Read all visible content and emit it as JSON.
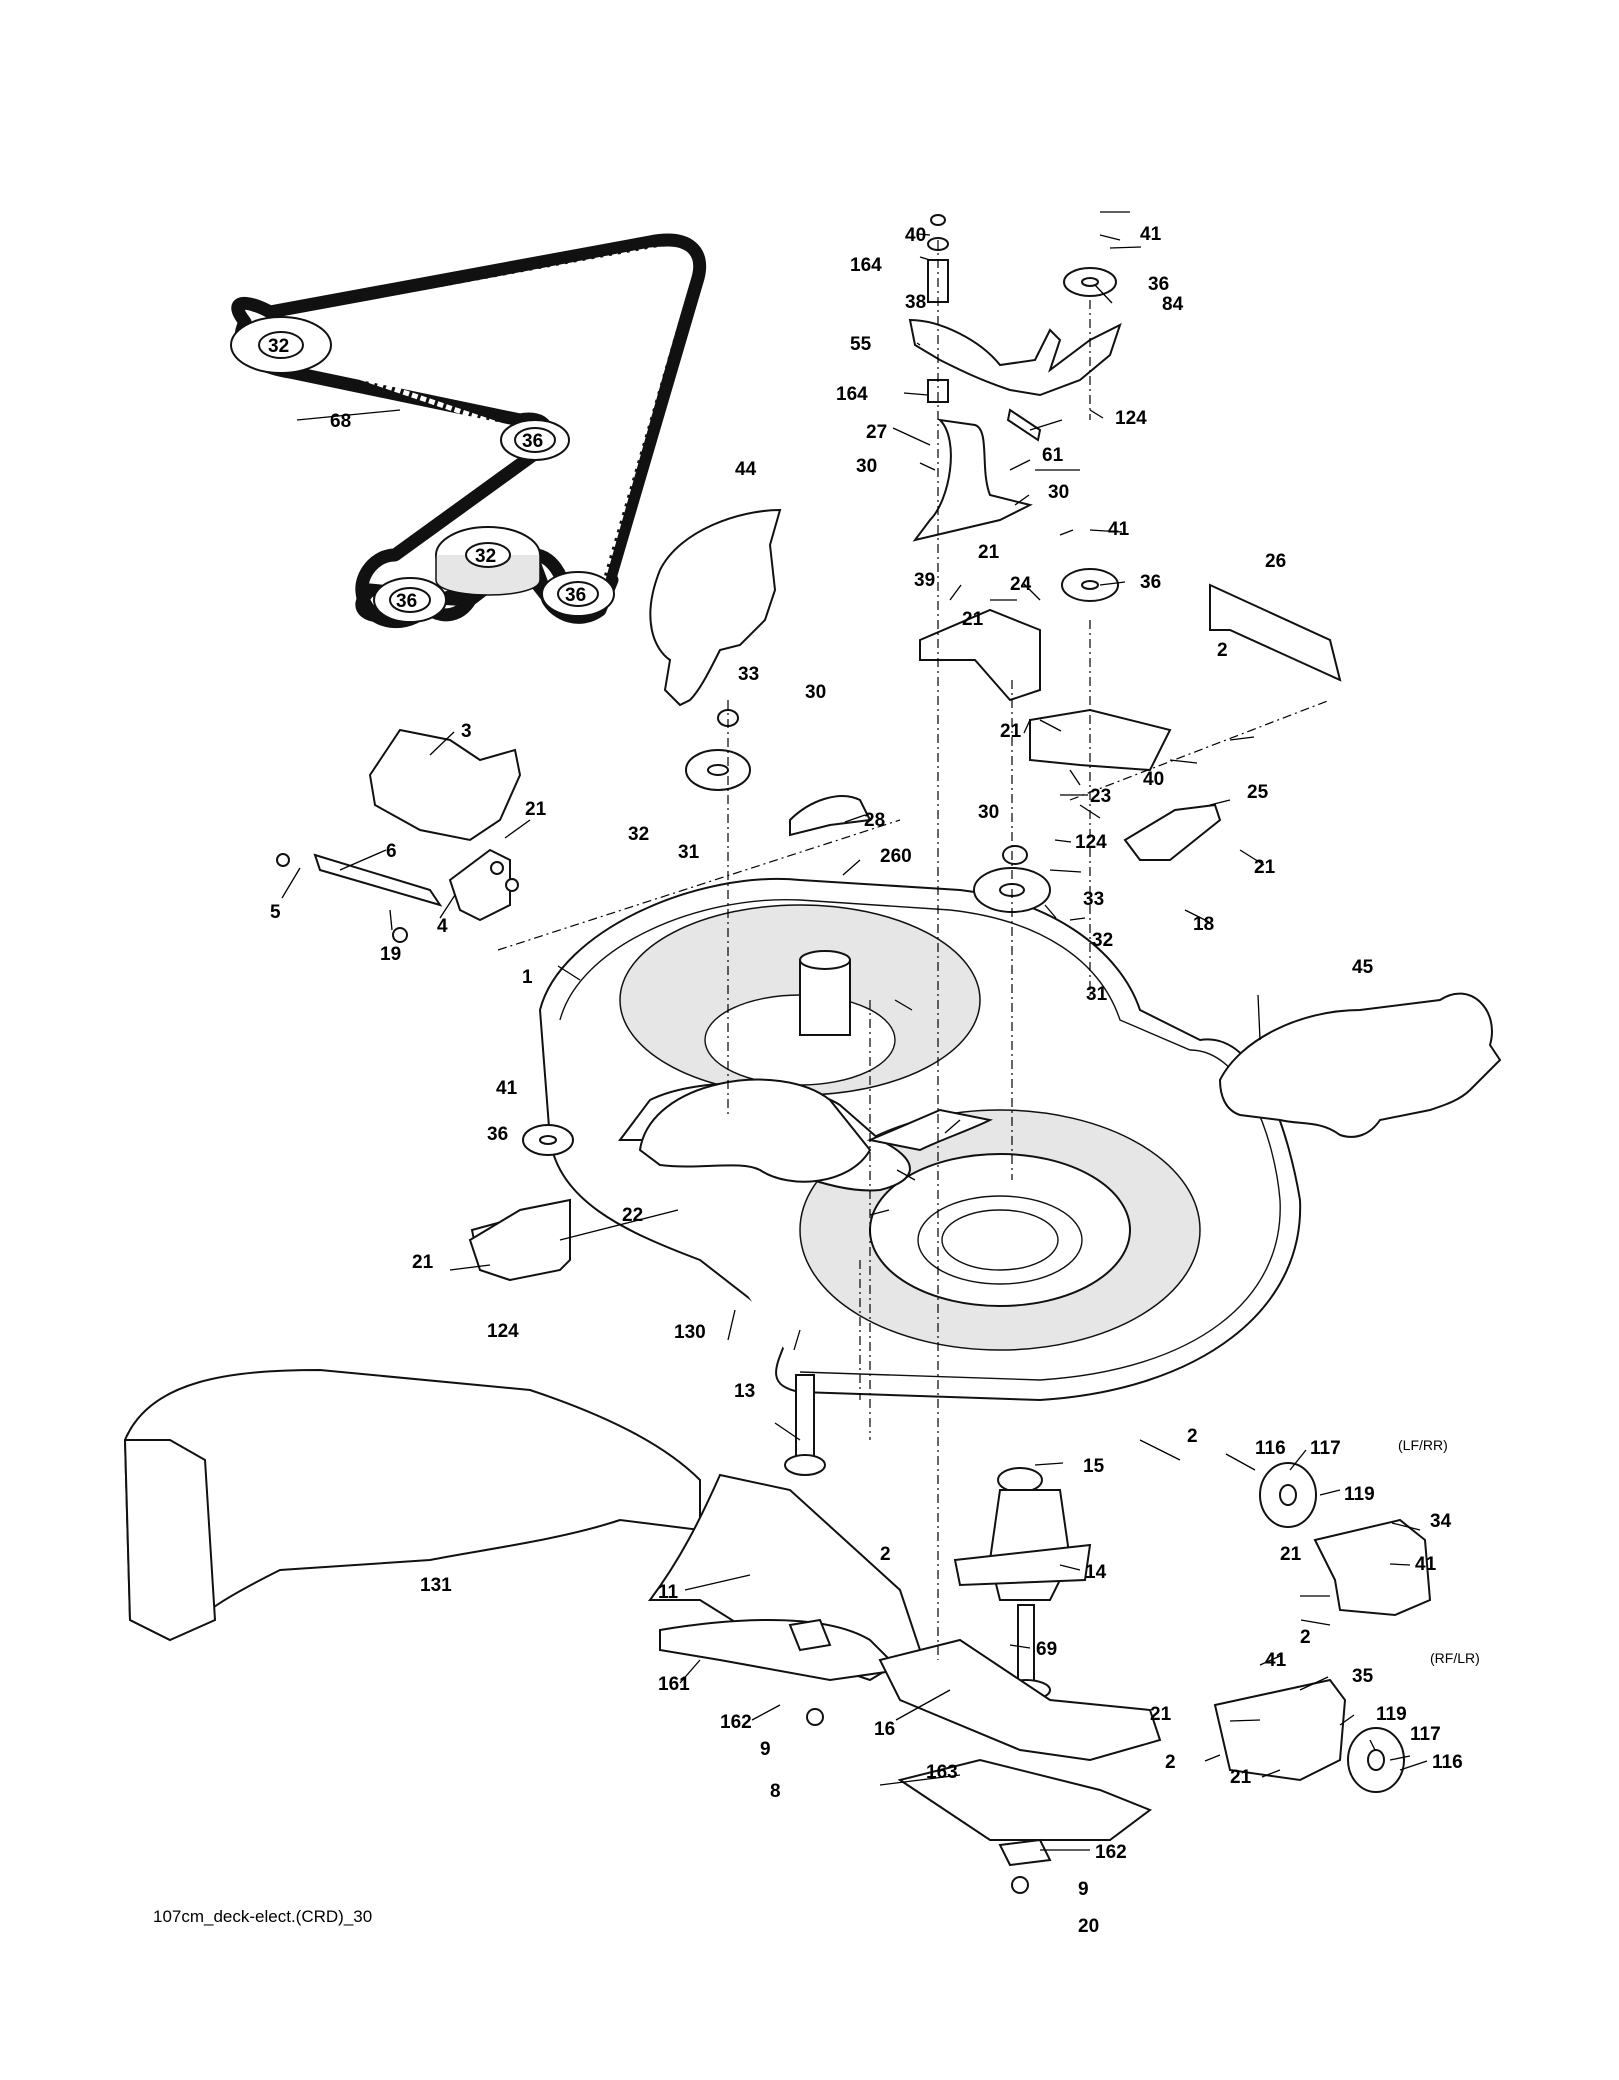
{
  "caption": "107cm_deck-elect.(CRD)_30",
  "position_notes": {
    "top": "(LF/RR)",
    "bottom": "(RF/LR)"
  },
  "callouts": {
    "c1": "1",
    "c2a": "2",
    "c2b": "2",
    "c2c": "2",
    "c2d": "2",
    "c2e": "2",
    "c3": "3",
    "c4": "4",
    "c5": "5",
    "c6": "6",
    "c8": "8",
    "c9a": "9",
    "c9b": "9",
    "c11": "11",
    "c13": "13",
    "c14": "14",
    "c15": "15",
    "c16": "16",
    "c18": "18",
    "c19": "19",
    "c20": "20",
    "c21a": "21",
    "c21b": "21",
    "c21c": "21",
    "c21d": "21",
    "c21e": "21",
    "c21f": "21",
    "c21g": "21",
    "c21h": "21",
    "c21i": "21",
    "c22": "22",
    "c23": "23",
    "c24": "24",
    "c25": "25",
    "c26": "26",
    "c27": "27",
    "c28": "28",
    "c30a": "30",
    "c30b": "30",
    "c30c": "30",
    "c30d": "30",
    "c31a": "31",
    "c31b": "31",
    "c32a": "32",
    "c32b": "32",
    "c32c": "32",
    "c32d": "32",
    "c33a": "33",
    "c33b": "33",
    "c34": "34",
    "c35": "35",
    "c36a": "36",
    "c36b": "36",
    "c36c": "36",
    "c36d": "36",
    "c36e": "36",
    "c36f": "36",
    "c38": "38",
    "c39": "39",
    "c40a": "40",
    "c40b": "40",
    "c41a": "41",
    "c41b": "41",
    "c41c": "41",
    "c41d": "41",
    "c41e": "41",
    "c44": "44",
    "c45": "45",
    "c55": "55",
    "c61": "61",
    "c68": "68",
    "c69": "69",
    "c84": "84",
    "c116a": "116",
    "c116b": "116",
    "c117a": "117",
    "c117b": "117",
    "c119a": "119",
    "c119b": "119",
    "c124a": "124",
    "c124b": "124",
    "c124c": "124",
    "c130": "130",
    "c131": "131",
    "c161": "161",
    "c162a": "162",
    "c162b": "162",
    "c163": "163",
    "c164a": "164",
    "c164b": "164",
    "c260": "260"
  }
}
